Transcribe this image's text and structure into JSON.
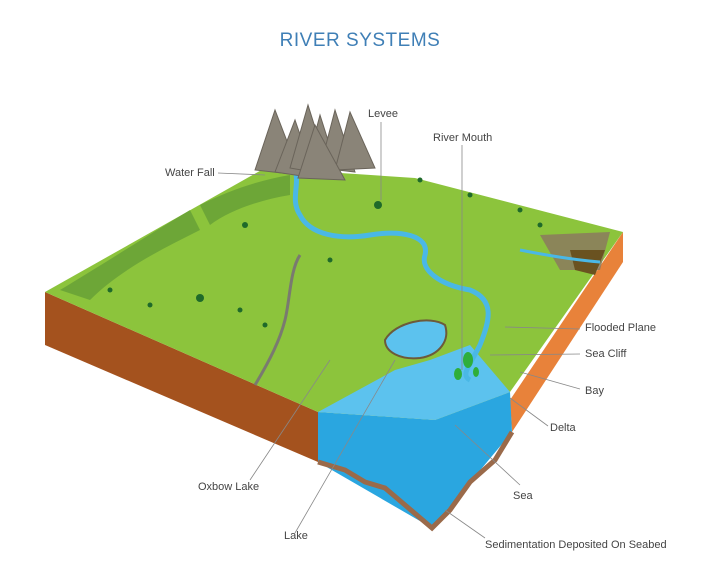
{
  "title": "RIVER SYSTEMS",
  "labels": {
    "levee": "Levee",
    "river_mouth": "River Mouth",
    "water_fall": "Water Fall",
    "flooded_plane": "Flooded Plane",
    "sea_cliff": "Sea Cliff",
    "bay": "Bay",
    "delta": "Delta",
    "oxbow_lake": "Oxbow Lake",
    "sea": "Sea",
    "lake": "Lake",
    "sedimentation": "Sedimentation Deposited On Seabed"
  },
  "colors": {
    "title": "#3f7fb6",
    "grass": "#8cc43c",
    "grass_dark": "#5f9a34",
    "soil_side": "#a4521e",
    "soil_side_right": "#e8823a",
    "water": "#2aa6e0",
    "water_light": "#5cc2ee",
    "sediment": "#9a6a4a",
    "mountain": "#8a8478"
  }
}
